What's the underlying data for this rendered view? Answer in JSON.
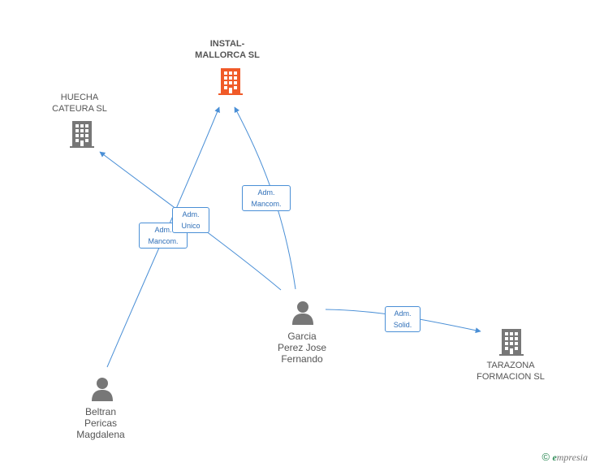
{
  "colors": {
    "edge": "#4a8fd6",
    "person": "#777777",
    "company": "#777777",
    "main_company": "#f05a28"
  },
  "nodes": {
    "instal": {
      "lines": [
        "INSTAL-",
        "MALLORCA SL"
      ],
      "icon": "building-icon"
    },
    "huecha": {
      "lines": [
        "HUECHA",
        "CATEURA SL"
      ],
      "icon": "building-icon"
    },
    "tarazona": {
      "lines": [
        "TARAZONA",
        "FORMACION SL"
      ],
      "icon": "building-icon"
    },
    "garcia": {
      "lines": [
        "Garcia",
        "Perez Jose",
        "Fernando"
      ],
      "icon": "person-icon"
    },
    "beltran": {
      "lines": [
        "Beltran",
        "Pericas",
        "Magdalena"
      ],
      "icon": "person-icon"
    }
  },
  "edges": {
    "adm_unico": [
      "Adm.",
      "Unico"
    ],
    "adm_mancom_left": [
      "Adm.",
      "Mancom."
    ],
    "adm_mancom_right": [
      "Adm.",
      "Mancom."
    ],
    "adm_solid": [
      "Adm.",
      "Solid."
    ]
  },
  "footer": {
    "copyright": "©",
    "brand_initial": "e",
    "brand_rest": "mpresia"
  }
}
